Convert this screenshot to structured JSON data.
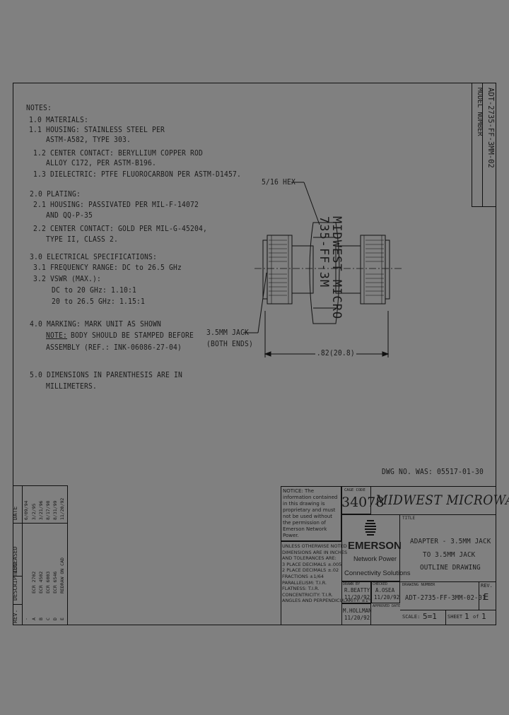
{
  "notes": {
    "heading": "NOTES:",
    "lines": [
      "1.0 MATERIALS:",
      "1.1 HOUSING: STAINLESS STEEL PER",
      "ASTM-A582, TYPE 303.",
      "1.2 CENTER CONTACT: BERYLLIUM COPPER ROD",
      "ALLOY C172, PER ASTM-B196.",
      "1.3 DIELECTRIC: PTFE FLUOROCARBON PER ASTM-D1457.",
      "2.0 PLATING:",
      "2.1 HOUSING: PASSIVATED PER MIL-F-14072",
      "AND QQ-P-35",
      "2.2 CENTER CONTACT: GOLD PER MIL-G-45204,",
      "TYPE II, CLASS 2.",
      "3.0 ELECTRICAL SPECIFICATIONS:",
      "3.1 FREQUENCY RANGE: DC to 26.5 GHz",
      "3.2 VSWR (MAX.):",
      "DC to 20 GHz: 1.10:1",
      "20 to 26.5 GHz: 1.15:1",
      "4.0 MARKING: MARK UNIT AS SHOWN",
      "NOTE:",
      "BODY SHOULD BE STAMPED BEFORE",
      "ASSEMBLY (REF.: INK-06086-27-04)",
      "5.0 DIMENSIONS IN PARENTHESIS ARE IN",
      "MILLIMETERS."
    ]
  },
  "drawing": {
    "hex_label": "5/16 HEX",
    "jack_label_1": "3.5MM JACK",
    "jack_label_2": "(BOTH ENDS)",
    "dimension": ".82(20.8)",
    "marking_line1": "MIDWEST MICRO",
    "marking_line2": "735-FF-3M"
  },
  "model_number": {
    "label": "MODEL NUMBER",
    "value": "ADT-2735-FF-3MM-02"
  },
  "dwg_was": "DWG NO. WAS: 05517-01-30",
  "revisions": {
    "headers": [
      "REV.",
      "DESCRIPTION",
      "RELEASED",
      "DATE"
    ],
    "rows": [
      [
        "-",
        "",
        "",
        "6/09/94"
      ],
      [
        "A",
        "ECR 2702",
        "",
        "3/2/95"
      ],
      [
        "B",
        "ECR 4502",
        "",
        "3/21/96"
      ],
      [
        "C",
        "ECR 6003",
        "",
        "8/17/98"
      ],
      [
        "D",
        "ECR 6546",
        "",
        "8/31/99"
      ],
      [
        "E",
        "REDRAW ON CAD",
        "",
        "11/20/92"
      ]
    ]
  },
  "title_block": {
    "notice": "NOTICE: The information contained in this drawing is proprietary and must not be used without the permission of Emerson Network Power.",
    "cage_code_label": "CAGE CODE",
    "cage_code": "34078",
    "company": "MIDWEST MICROWAVE",
    "brand": "EMERSON",
    "brand_sub1": "Network Power",
    "brand_sub2": "Connectivity Solutions",
    "tolerance_lines": [
      "UNLESS OTHERWISE NOTED",
      "DIMENSIONS ARE IN INCHES",
      "AND TOLERANCES ARE:",
      "3 PLACE DECIMALS ±.005",
      "2 PLACE DECIMALS ±.02",
      "FRACTIONS ±1/64",
      "PARALLELISM: T.I.R.",
      "FLATNESS: T.I.R.",
      "CONCENTRICITY: T.I.R.",
      "ANGLES AND PERPENDICULARITY: ±1°"
    ],
    "drawn_label": "DRAWN BY",
    "drawn_by": "R.BEATTY",
    "drawn_date": "11/20/92",
    "checked_label": "CHECKED",
    "checked_by": "A.OSEA",
    "checked_date": "11/20/92",
    "approved_label": "APPROVED DATE",
    "approved_by": "M.HOLLMAN",
    "approved_date": "11/20/92",
    "title_label": "TITLE",
    "title_lines": [
      "ADAPTER - 3.5MM JACK",
      "TO 3.5MM JACK",
      "OUTLINE DRAWING"
    ],
    "drawing_number_label": "DRAWING NUMBER",
    "drawing_number": "ADT-2735-FF-3MM-02-01",
    "rev_label": "REV.",
    "rev": "E",
    "scale_label": "SCALE:",
    "scale": "5=1",
    "sheet_label": "SHEET",
    "sheet": "1",
    "of_label": "of",
    "sheet_total": "1"
  }
}
